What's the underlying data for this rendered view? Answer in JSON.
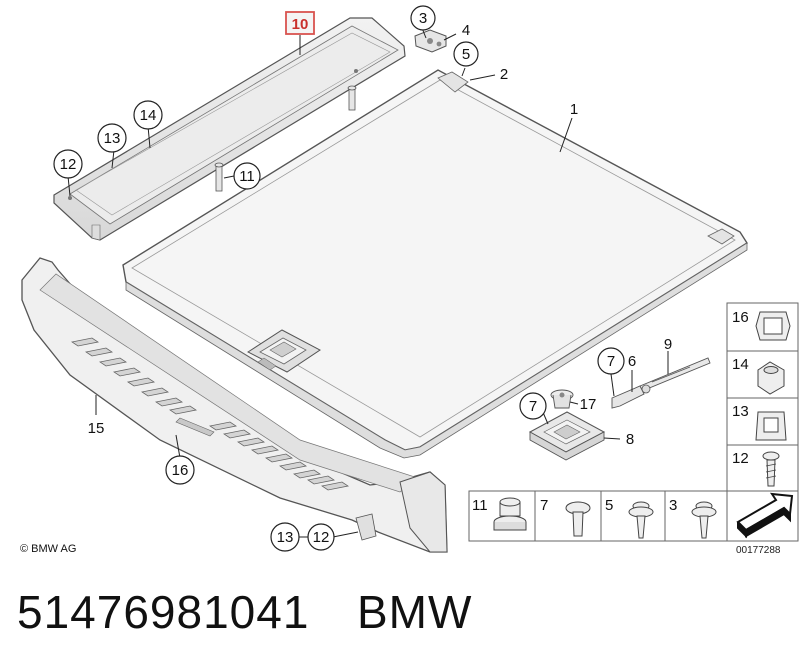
{
  "callouts": {
    "c1": "1",
    "c2": "2",
    "c3": "3",
    "c4": "4",
    "c5": "5",
    "c6": "6",
    "c7a": "7",
    "c7b": "7",
    "c8": "8",
    "c9": "9",
    "c10": "10",
    "c11": "11",
    "c12a": "12",
    "c12b": "12",
    "c13a": "13",
    "c13b": "13",
    "c14": "14",
    "c15": "15",
    "c16": "16",
    "c17": "17"
  },
  "legend_side": {
    "l16": "16",
    "l14": "14",
    "l13": "13",
    "l12": "12"
  },
  "legend_bottom": {
    "b11": "11",
    "b7": "7",
    "b5": "5",
    "b3": "3"
  },
  "copyright": "© BMW AG",
  "diagram_id": "00177288",
  "part_number": "51476981041",
  "brand": "BMW",
  "colors": {
    "highlight": "#d9534f",
    "line": "#444444",
    "fill_light": "#eeeeee"
  }
}
